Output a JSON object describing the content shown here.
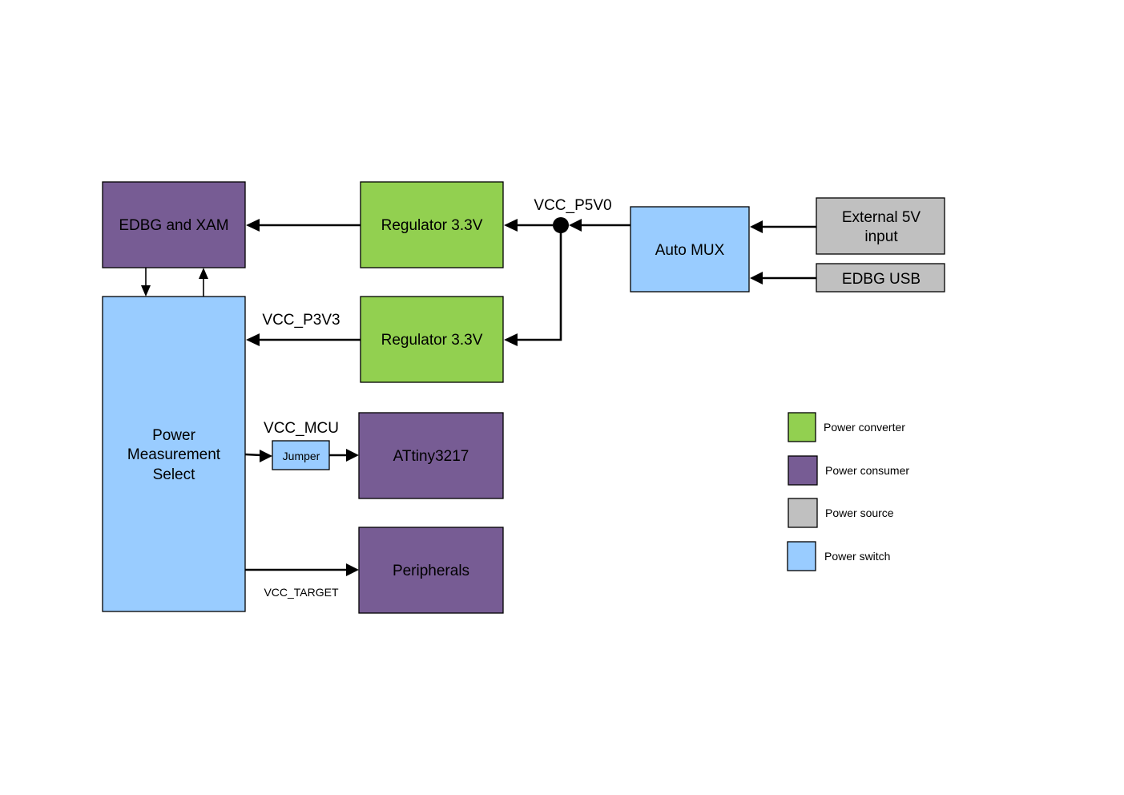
{
  "colors": {
    "converter": "#92d050",
    "consumer": "#775c94",
    "source": "#c0c0c0",
    "switch": "#99ccff",
    "line": "#000000"
  },
  "blocks": {
    "edbg_xam": "EDBG and XAM",
    "regulator_top": "Regulator 3.3V",
    "regulator_bottom": "Regulator 3.3V",
    "auto_mux": "Auto MUX",
    "external_5v": [
      "External 5V",
      "input"
    ],
    "edbg_usb": "EDBG USB",
    "power_measurement": [
      "Power",
      "Measurement",
      "Select"
    ],
    "jumper": "Jumper",
    "attiny": "ATtiny3217",
    "peripherals": "Peripherals"
  },
  "nets": {
    "vcc_p5v0": "VCC_P5V0",
    "vcc_p3v3": "VCC_P3V3",
    "vcc_mcu": "VCC_MCU",
    "vcc_target": "VCC_TARGET"
  },
  "legend": [
    {
      "label": "Power converter",
      "color_key": "converter"
    },
    {
      "label": "Power consumer",
      "color_key": "consumer"
    },
    {
      "label": "Power source",
      "color_key": "source"
    },
    {
      "label": "Power switch",
      "color_key": "switch"
    }
  ]
}
